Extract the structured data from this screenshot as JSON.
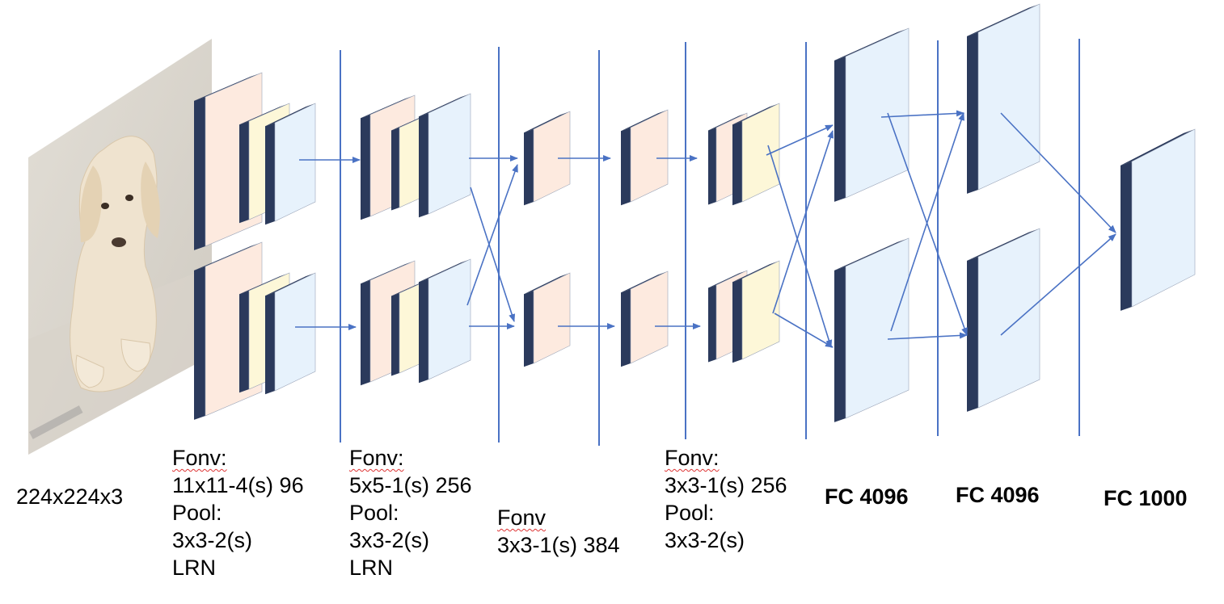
{
  "colors": {
    "edge": "#2b3a5c",
    "conv_face": "#fdeadf",
    "norm_face": "#fdf7d8",
    "pool_face": "#e7f2fc",
    "fc_face": "#e7f2fc",
    "divider": "#4a72c4",
    "arrow": "#4a72c4"
  },
  "input": {
    "caption": "224x224x3"
  },
  "layers": [
    {
      "id": "conv1",
      "lines": [
        "Fonv:",
        "11x11-4(s) 96",
        "Pool:",
        "3x3-2(s)",
        "LRN"
      ]
    },
    {
      "id": "conv2",
      "lines": [
        "Fonv:",
        "5x5-1(s) 256",
        "Pool:",
        "3x3-2(s)",
        "LRN"
      ]
    },
    {
      "id": "conv34",
      "lines": [
        "Fonv",
        "3x3-1(s) 384"
      ]
    },
    {
      "id": "conv5",
      "lines": [
        "Fonv:",
        "3x3-1(s) 256",
        "Pool:",
        "3x3-2(s)"
      ]
    },
    {
      "id": "fc6",
      "caption": "FC 4096"
    },
    {
      "id": "fc7",
      "caption": "FC 4096"
    },
    {
      "id": "fc8",
      "caption": "FC 1000"
    }
  ]
}
